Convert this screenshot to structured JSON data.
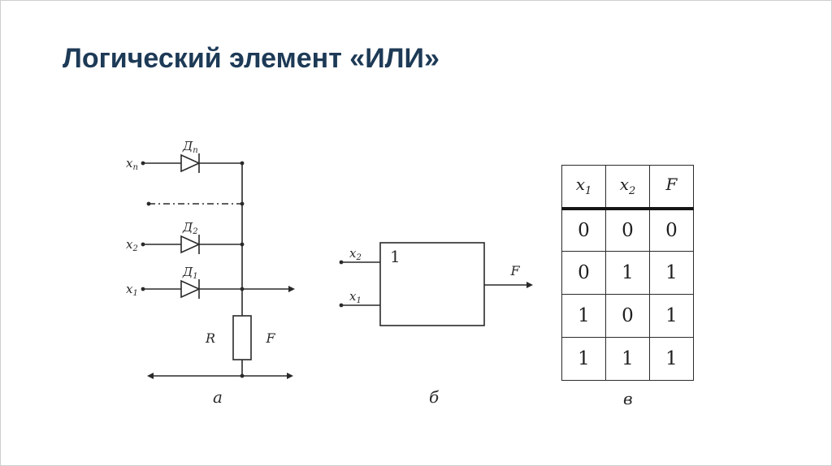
{
  "slide": {
    "title": "Логический элемент «ИЛИ»"
  },
  "figure_a": {
    "caption": "а",
    "inputs": [
      {
        "base": "x",
        "sub": "n"
      },
      {
        "base": "x",
        "sub": "2"
      },
      {
        "base": "x",
        "sub": "1"
      }
    ],
    "diodes": [
      {
        "base": "Д",
        "sub": "n"
      },
      {
        "base": "Д",
        "sub": "2"
      },
      {
        "base": "Д",
        "sub": "1"
      }
    ],
    "resistor_label": "R",
    "output_label": "F"
  },
  "figure_b": {
    "caption": "б",
    "gate_symbol": "1",
    "input_top": {
      "base": "x",
      "sub": "2"
    },
    "input_bottom": {
      "base": "x",
      "sub": "1"
    },
    "output_label": "F"
  },
  "figure_c": {
    "caption": "в",
    "headers": [
      {
        "base": "x",
        "sub": "1"
      },
      {
        "base": "x",
        "sub": "2"
      },
      {
        "base": "F",
        "sub": ""
      }
    ],
    "rows": [
      [
        "0",
        "0",
        "0"
      ],
      [
        "0",
        "1",
        "1"
      ],
      [
        "1",
        "0",
        "1"
      ],
      [
        "1",
        "1",
        "1"
      ]
    ]
  }
}
